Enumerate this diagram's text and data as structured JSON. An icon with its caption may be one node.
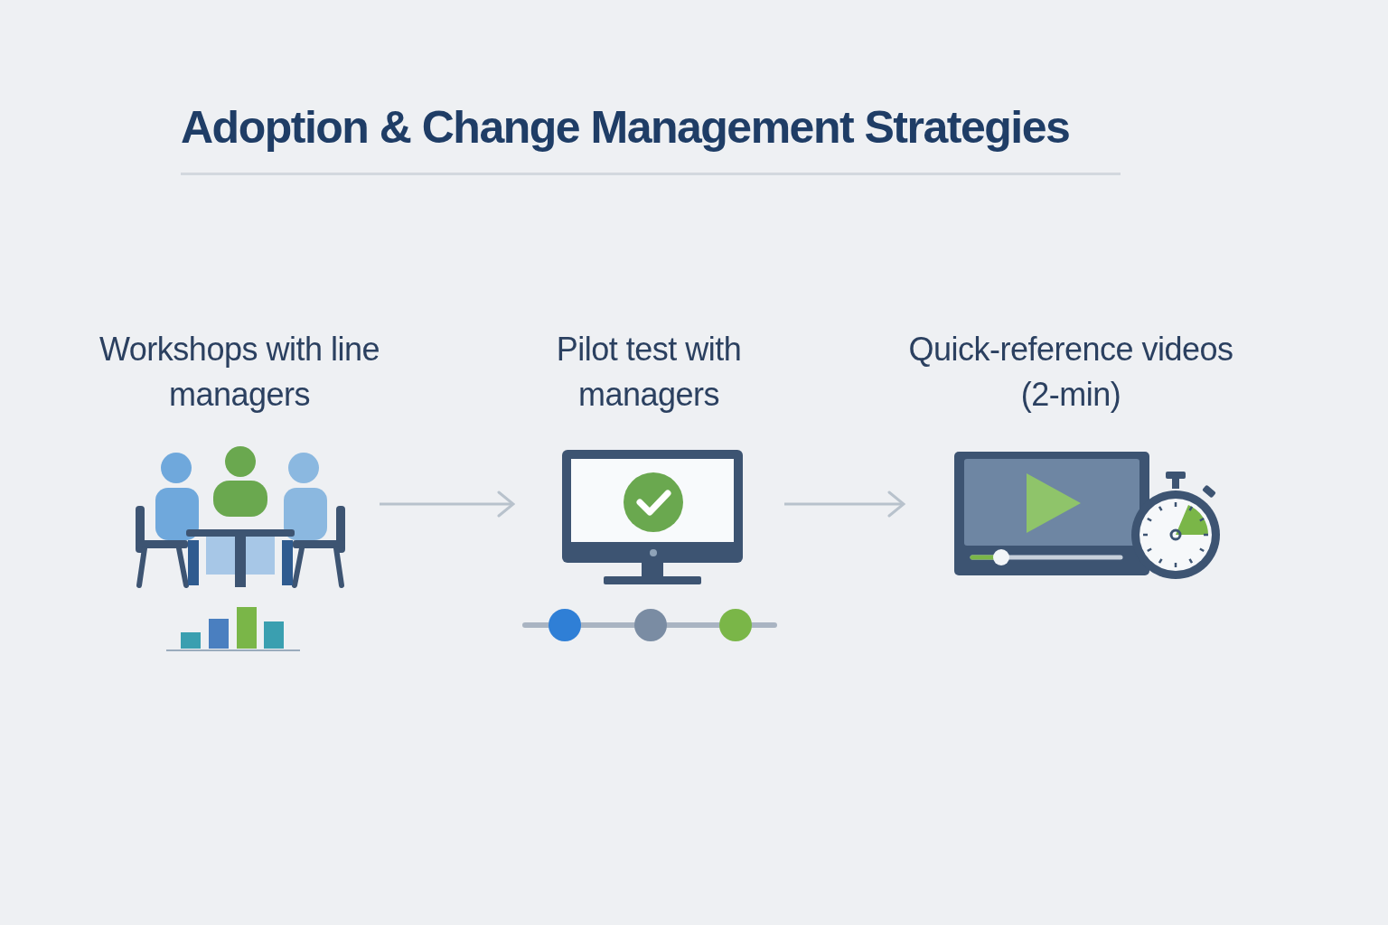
{
  "diagram": {
    "title": "Adoption & Change Management Strategies",
    "nodes": [
      {
        "text": [
          "Workshops with line managers"
        ]
      },
      {
        "text": [
          "Pilot test with managers"
        ]
      },
      {
        "text": [
          "Quick-reference videos (2-min)"
        ]
      }
    ],
    "edges": [
      {
        "from": 0,
        "to": 1,
        "arrow": "to"
      },
      {
        "from": 1,
        "to": 2,
        "arrow": "to"
      }
    ]
  }
}
